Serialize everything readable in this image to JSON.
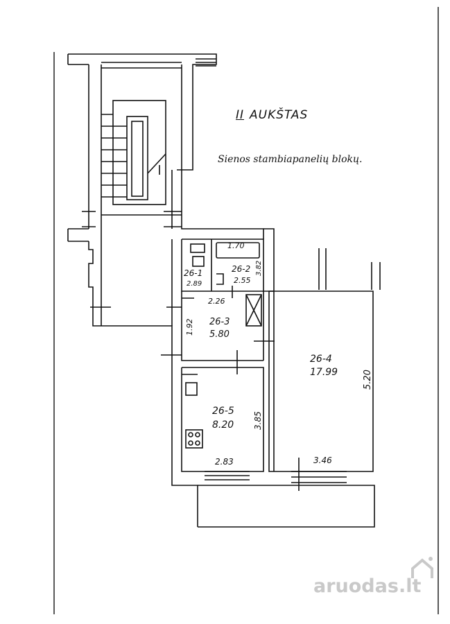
{
  "plan": {
    "floor_roman": "II",
    "floor_word": "AUKŠTAS",
    "note": "Sienos stambiapanelių blokų.",
    "rooms": [
      {
        "id": "26-1",
        "area": "2.89"
      },
      {
        "id": "26-2",
        "area": "2.55"
      },
      {
        "id": "26-3",
        "area": "5.80"
      },
      {
        "id": "26-4",
        "area": "17.99"
      },
      {
        "id": "26-5",
        "area": "8.20"
      }
    ],
    "dimensions": [
      "1.70",
      "3.82",
      "2.26",
      "1.92",
      "5.20",
      "3.85",
      "2.83",
      "3.46"
    ]
  },
  "watermark": {
    "brand_main": "aruodas",
    "brand_tld": ".lt"
  }
}
